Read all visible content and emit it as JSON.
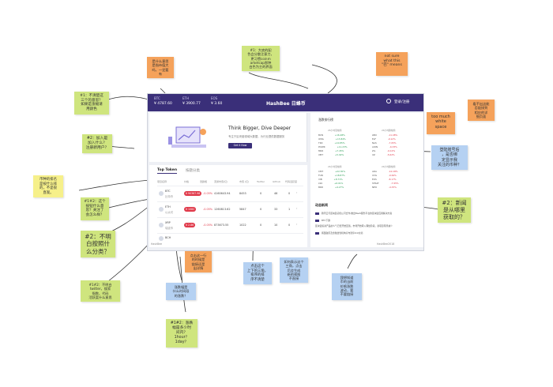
{
  "topbar": {
    "tickers": [
      {
        "label": "BTC",
        "value": "¥ 4787.60"
      },
      {
        "label": "ETH",
        "value": "¥ 3900.77"
      },
      {
        "label": "EOS",
        "value": "¥ 3.60"
      }
    ],
    "logo": "HashBee 日蜂币",
    "right_label": "登录/注册"
  },
  "hero": {
    "title": "Think Bigger, Dive Deeper",
    "subtitle": "专注于区块链领域大数据，为行业提供数据服务",
    "button": "Get it Now"
  },
  "table": {
    "tabs": [
      "Top Token",
      "按题分类"
    ],
    "headers": [
      "项目名称",
      "价格",
      "涨跌幅",
      "流通市值(亿)",
      "市值 (亿)",
      "Twitter",
      "Github",
      "代码活跃度"
    ],
    "rows": [
      {
        "coin": "BTC",
        "name": "比特币",
        "price": "¥ 90367.98",
        "change": "-0.05%",
        "cap": "4160643.94",
        "mcap": "8453",
        "twitter": "0",
        "github": "46",
        "activity": "0"
      },
      {
        "coin": "ETH",
        "name": "以太坊",
        "price": "¥ 1082",
        "change": "-0.05%",
        "cap": "1260813.62",
        "mcap": "5847",
        "twitter": "0",
        "github": "33",
        "activity": "1"
      },
      {
        "coin": "XRP",
        "name": "瑞波币",
        "price": "¥ 2.86",
        "change": "-0.05%",
        "cap": "873673.55",
        "mcap": "1022",
        "twitter": "0",
        "github": "10",
        "activity": "0"
      },
      {
        "coin": "BCH",
        "name": "比特现金",
        "price": "",
        "change": "",
        "cap": "",
        "mcap": "",
        "twitter": "",
        "github": "",
        "activity": ""
      }
    ],
    "footer": "HashBee"
  },
  "market": {
    "title": "涨跌排行榜",
    "block_title_left": "24小时涨幅榜",
    "block_title_right": "24小时跌幅榜",
    "left_rows": [
      {
        "coin": "BCN",
        "change": "+16.48%"
      },
      {
        "coin": "OMG",
        "change": "+13.84%"
      },
      {
        "coin": "TRX",
        "change": "+10.85%"
      },
      {
        "coin": "POWR",
        "change": "+11.23%"
      },
      {
        "coin": "MKR",
        "change": "+7.45%"
      },
      {
        "coin": "XMT",
        "change": "+5.92%"
      }
    ],
    "right_rows": [
      {
        "coin": "LBN",
        "change": "-11.48%"
      },
      {
        "coin": "ELF",
        "change": "-9.12%"
      },
      {
        "coin": "NAS",
        "change": "-7.05%"
      },
      {
        "coin": "AION",
        "change": "-6.33%"
      },
      {
        "coin": "ZIL",
        "change": "-6.10%"
      },
      {
        "coin": "XZ",
        "change": "-5.62%"
      }
    ],
    "left_rows2": [
      {
        "coin": "CMT",
        "change": "+22.30%"
      },
      {
        "coin": "FUN",
        "change": "+18.87%"
      },
      {
        "coin": "VIB",
        "change": "+8.71%"
      },
      {
        "coin": "LSK",
        "change": "+6.01%"
      },
      {
        "coin": "BRD",
        "change": "+4.27%"
      }
    ],
    "right_rows2": [
      {
        "coin": "ADA",
        "change": "-10.18%"
      },
      {
        "coin": "XVG",
        "change": "-9.64%"
      },
      {
        "coin": "EOS",
        "change": "-8.17%"
      },
      {
        "coin": "STRAT",
        "change": "-7.95%"
      },
      {
        "coin": "NEO",
        "change": "-4.33%"
      }
    ]
  },
  "news": {
    "title": "动态新闻",
    "items": [
      "腾讯云与区块链初创公司合作,推出BaaS服务平台的区块链应用解决方案",
      "BTC下跌",
      "区块链投资产品的人气已经开始回落，市场开始转入理性阶段，新项目有所减少",
      "韩国政府及金融监管机构宣布暂停ICO交易"
    ],
    "footer": "HashBee2018"
  },
  "notes": [
    {
      "text": "#1：不清楚这\n三个的意思？\n如果是涨幅请\n用颜色",
      "color": "green"
    },
    {
      "text": "#1：大底的配\n色会分散注意力，\n更习惯coinm\narketcap那种\n白色为主的界面",
      "color": "green"
    },
    {
      "text": "是什么意思\n是指市值大\n吗，一定要\n有",
      "color": "orange"
    },
    {
      "text": "not sure\nwhat this\n\"巴\" means",
      "color": "orange"
    },
    {
      "text": "#2：加入是\n加入什么？\n注册新用户？",
      "color": "green"
    },
    {
      "text": "too much\nwhite\nspace",
      "color": "orange"
    },
    {
      "text": "看不出这能\n否链接到\n相应的详\n细页面",
      "color": "orange"
    },
    {
      "text": "登陆账号后\n，是否绑\n定显示我\n关注的币种？",
      "color": "blue"
    },
    {
      "text": "币种的排名\n是按什么排\n的，不是很\n直观。",
      "color": "yellow"
    },
    {
      "text": "#1#2：这个\n按钮什么意\n思？关注了\n会怎么样？",
      "color": "green"
    },
    {
      "text": "#2：不明\n白按照什\n么分类？",
      "color": "green"
    },
    {
      "text": "#2：新闻\n是从哪里\n获取的？",
      "color": "green"
    },
    {
      "text": "#1#2：不明白\ntwitter，搜索\n指数，代码\n活跃度什么意思",
      "color": "green"
    },
    {
      "text": "点击这一行\n的时候是\n链接还是\n出详情",
      "color": "orange"
    },
    {
      "text": "涨跌幅是\n什么时间段\n的涨跌？",
      "color": "blue"
    },
    {
      "text": "点击这个\n上下的三角，\n排序的排\n序不清楚",
      "color": "blue"
    },
    {
      "text": "如何表示这个\n三角，点击\n后会生成\n新的视图\n不直接",
      "color": "blue"
    },
    {
      "text": "我想知道\n币的当前\n价格涨跌\n波动，要\n不要链接",
      "color": "blue"
    },
    {
      "text": "#1#2：涨跌\n幅是多少时\n间内？1hour？\n1day？",
      "color": "green"
    }
  ]
}
